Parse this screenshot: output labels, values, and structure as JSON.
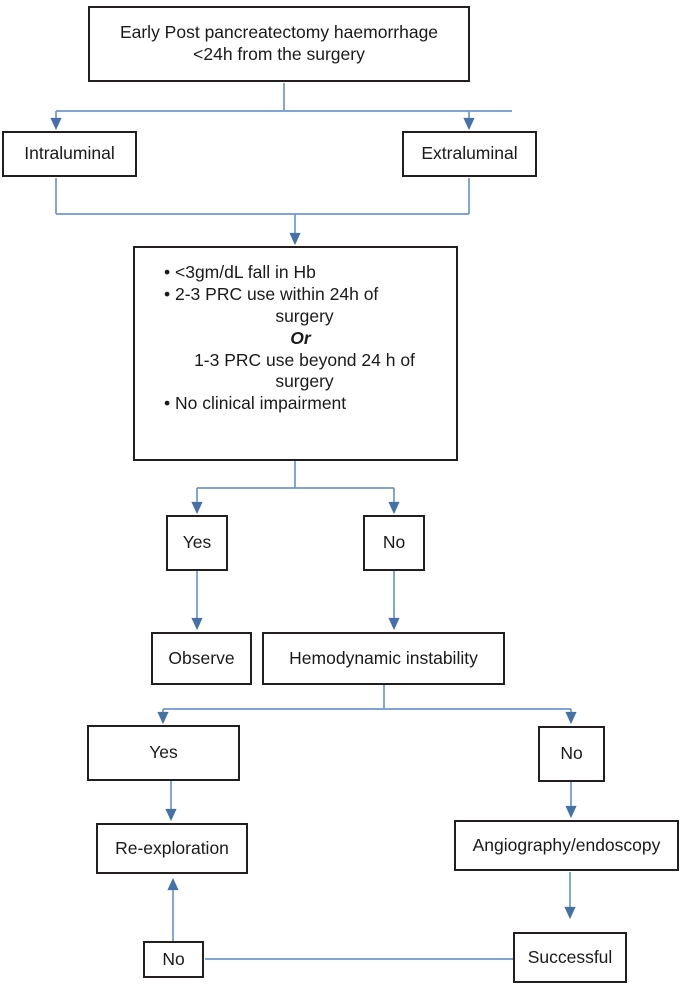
{
  "diagram": {
    "title": "Early post pancreatectomy haemorrhage management algorithm",
    "line_color": "#4f81bd",
    "box_border_color": "#231f20",
    "text_color": "#1a1a1a",
    "background": "#ffffff"
  },
  "nodes": {
    "root": "Early Post pancreatectomy haemorrhage\n<24h from the surgery",
    "intraluminal": "Intraluminal",
    "extraluminal": "Extraluminal",
    "criteria": {
      "line1": "• <3gm/dL fall in Hb",
      "line2": "• 2-3 PRC use within 24h of",
      "line3": "surgery",
      "line4": "Or",
      "line5": "1-3 PRC use beyond 24 h of",
      "line6": "surgery",
      "line7": "• No clinical impairment"
    },
    "criteria_yes": "Yes",
    "criteria_no": "No",
    "observe": "Observe",
    "hemodynamic": "Hemodynamic instability",
    "hemo_yes": "Yes",
    "hemo_no": "No",
    "reexploration": "Re-exploration",
    "angiography": "Angiography/endoscopy",
    "loop_no": "No",
    "successful": "Successful"
  }
}
